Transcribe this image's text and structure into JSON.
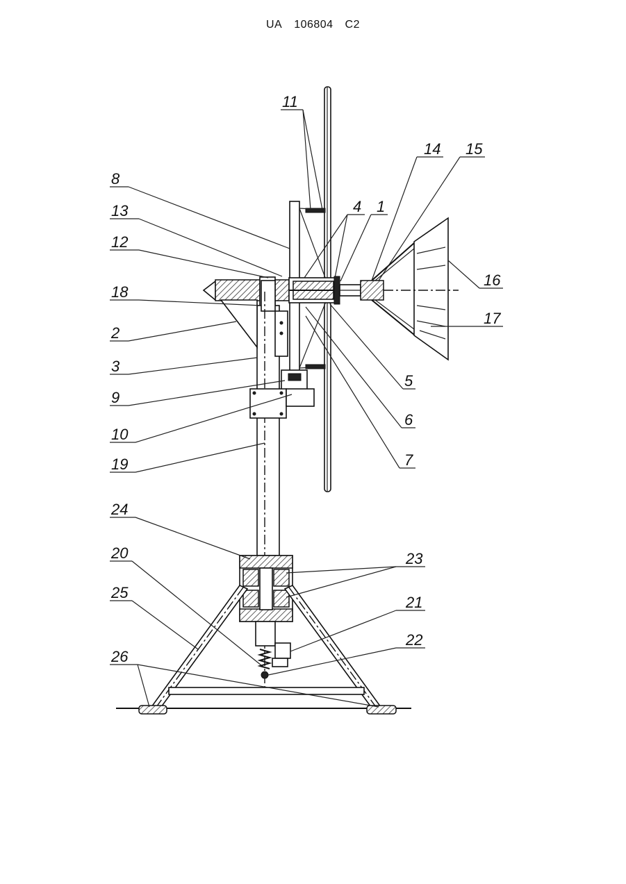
{
  "header": {
    "country": "UA",
    "number": "106804",
    "kind": "C2"
  },
  "labels": {
    "l1": "1",
    "l2": "2",
    "l3": "3",
    "l4": "4",
    "l5": "5",
    "l6": "6",
    "l7": "7",
    "l8": "8",
    "l9": "9",
    "l10": "10",
    "l11": "11",
    "l12": "12",
    "l13": "13",
    "l14": "14",
    "l15": "15",
    "l16": "16",
    "l17": "17",
    "l18": "18",
    "l19": "19",
    "l20": "20",
    "l21": "21",
    "l22": "22",
    "l23": "23",
    "l24": "24",
    "l25": "25",
    "l26": "26"
  }
}
